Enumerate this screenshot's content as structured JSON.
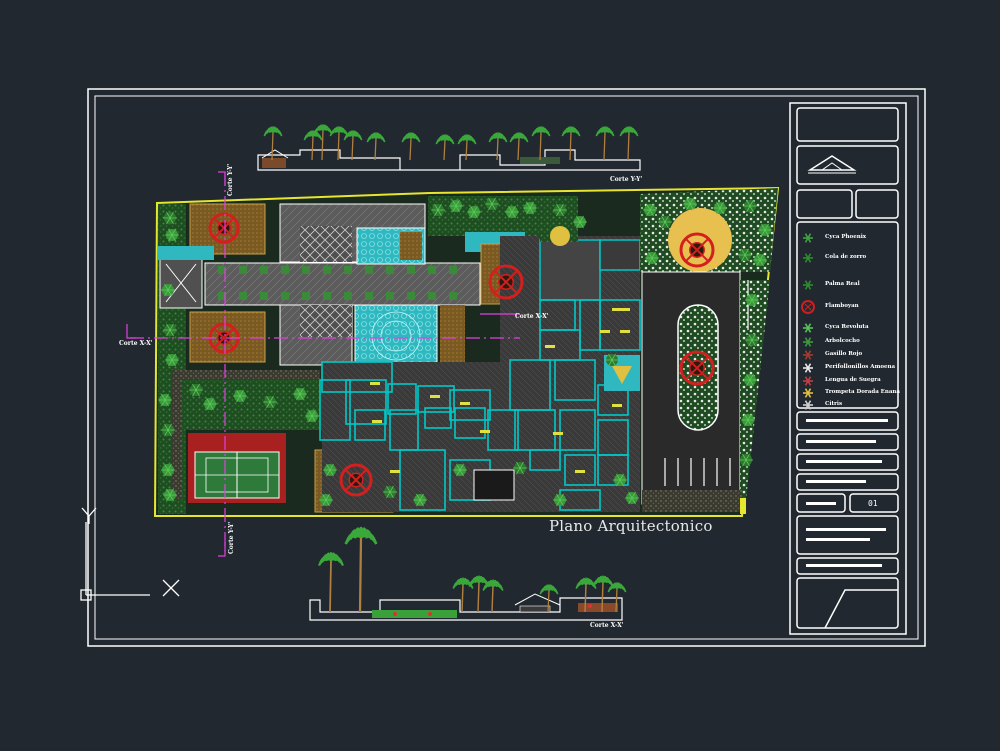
{
  "drawing_title": "Plano Arquitectonico",
  "section_labels": {
    "top_section": "Corte Y-Y'",
    "bottom_section": "Corte X-X'",
    "left_marker": "Corte X-X'",
    "vertical_top": "Corte Y-Y'",
    "vertical_bottom": "Corte Y-Y'",
    "interior": "Corte X-X'"
  },
  "legend": {
    "items": [
      {
        "label": "Cyca Phoenix",
        "icon": "cycad-icon",
        "color": "#3fa33f"
      },
      {
        "label": "Cola de zorro",
        "icon": "foxtail-palm-icon",
        "color": "#2e8b2e"
      },
      {
        "label": "Palma Real",
        "icon": "royal-palm-icon",
        "color": "#2e8b2e"
      },
      {
        "label": "Flamboyan",
        "icon": "flamboyan-icon",
        "color": "#cc1f1f"
      },
      {
        "label": "Cyca Revoluta",
        "icon": "cycas-revoluta-icon",
        "color": "#57c257"
      },
      {
        "label": "Arbolcocho",
        "icon": "shrub-icon",
        "color": "#3c9a3c"
      },
      {
        "label": "Gasillo Rojo",
        "icon": "red-grass-icon",
        "color": "#a33c2e"
      },
      {
        "label": "Perifollonillos Amoena",
        "icon": "flower-icon",
        "color": "#e9e9e9"
      },
      {
        "label": "Lengua de Suegra",
        "icon": "snake-plant-icon",
        "color": "#c04040"
      },
      {
        "label": "Trompeta Dorada Enana",
        "icon": "trumpet-flower-icon",
        "color": "#e0c040"
      },
      {
        "label": "Citris",
        "icon": "citrus-icon",
        "color": "#d0d0d0"
      }
    ]
  },
  "title_block": {
    "sheet_number": "01"
  },
  "colors": {
    "background": "#212830",
    "frame": "#ffffff",
    "site_outline": "#e6e62e",
    "walls": "#00c8c8",
    "section_line": "#e040e0",
    "vegetation": "#2e8b2e",
    "flowers": "#cc1f1f",
    "pool": "#3ecad0",
    "deck": "#8a6a2a",
    "court": "#2d7a3a",
    "court_border": "#a82020",
    "paving": "#6e6e6e"
  },
  "ucs_icon": {
    "name": "ucs-icon",
    "axis_x": "X",
    "axis_y": "Y"
  }
}
